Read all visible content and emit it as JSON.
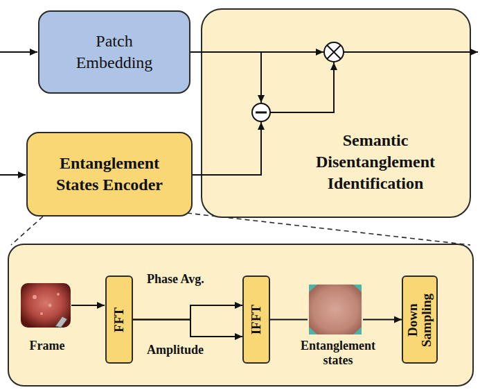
{
  "diagram": {
    "nodes": [
      {
        "text": [
          "Patch Embedding"
        ]
      },
      {
        "text": [
          "Semantic Disentanglement Identification"
        ]
      },
      {
        "text": [
          "Entanglement States Encoder"
        ]
      },
      {
        "text": [
          "FFT"
        ]
      },
      {
        "text": [
          "IFFT"
        ]
      },
      {
        "text": [
          "Down Sampling"
        ]
      }
    ],
    "edges": [
      {
        "from": 0,
        "to": 1,
        "arrow": "none"
      },
      {
        "from": 2,
        "to": 1,
        "arrow": "none"
      },
      {
        "from": 3,
        "to": 4,
        "label": "Phase Avg.",
        "arrow": "to"
      },
      {
        "from": 3,
        "to": 4,
        "label": "Amplitude",
        "arrow": "to"
      },
      {
        "from": 4,
        "to": 5,
        "arrow": "to"
      }
    ],
    "labels": [
      "Frame",
      "Entanglement states"
    ]
  }
}
